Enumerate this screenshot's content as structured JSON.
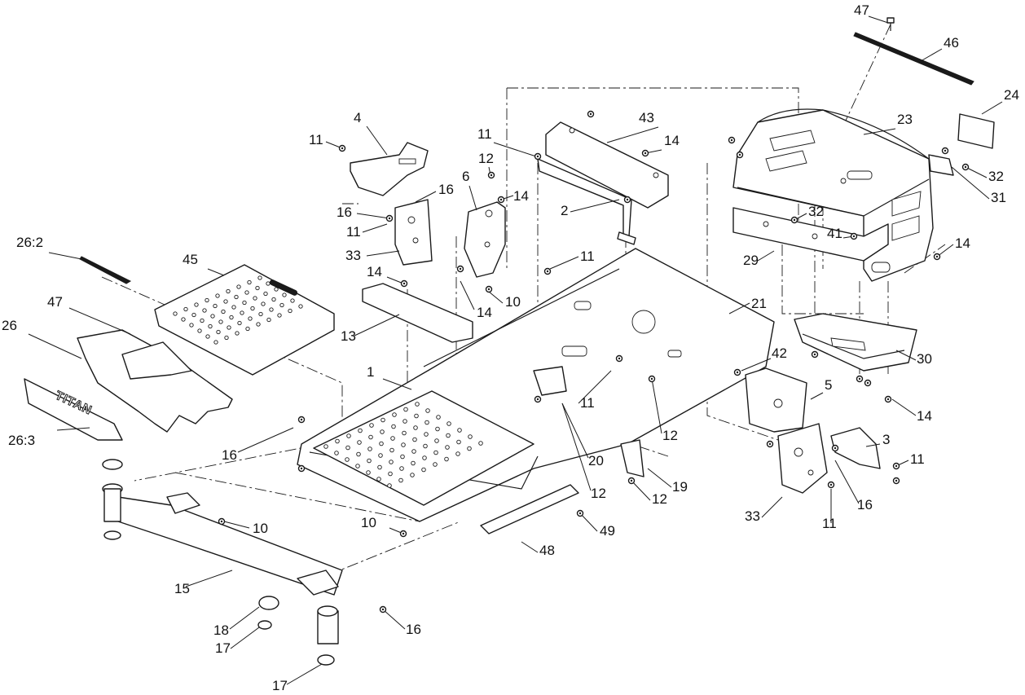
{
  "diagram": {
    "logo_text": "TITAN",
    "callouts": [
      {
        "id": "c47a",
        "label": "47"
      },
      {
        "id": "c46",
        "label": "46"
      },
      {
        "id": "c24",
        "label": "24"
      },
      {
        "id": "c43",
        "label": "43"
      },
      {
        "id": "c14a",
        "label": "14"
      },
      {
        "id": "c23",
        "label": "23"
      },
      {
        "id": "c4",
        "label": "4"
      },
      {
        "id": "c11a",
        "label": "11"
      },
      {
        "id": "c11b",
        "label": "11"
      },
      {
        "id": "c12a",
        "label": "12"
      },
      {
        "id": "c6",
        "label": "6"
      },
      {
        "id": "c14b",
        "label": "14"
      },
      {
        "id": "c16a",
        "label": "16"
      },
      {
        "id": "c16b",
        "label": "16"
      },
      {
        "id": "c11c",
        "label": "11"
      },
      {
        "id": "c2",
        "label": "2"
      },
      {
        "id": "c32a",
        "label": "32"
      },
      {
        "id": "c31",
        "label": "31"
      },
      {
        "id": "c32b",
        "label": "32"
      },
      {
        "id": "c41",
        "label": "41"
      },
      {
        "id": "c14c",
        "label": "14"
      },
      {
        "id": "c26_2",
        "label": "26:2"
      },
      {
        "id": "c33a",
        "label": "33"
      },
      {
        "id": "c45",
        "label": "45"
      },
      {
        "id": "c11d",
        "label": "11"
      },
      {
        "id": "c29",
        "label": "29"
      },
      {
        "id": "c14d",
        "label": "14"
      },
      {
        "id": "c14e",
        "label": "14"
      },
      {
        "id": "c10a",
        "label": "10"
      },
      {
        "id": "c21",
        "label": "21"
      },
      {
        "id": "c47b",
        "label": "47"
      },
      {
        "id": "c13",
        "label": "13"
      },
      {
        "id": "c26",
        "label": "26"
      },
      {
        "id": "c42",
        "label": "42"
      },
      {
        "id": "c30",
        "label": "30"
      },
      {
        "id": "c1",
        "label": "1"
      },
      {
        "id": "c11e",
        "label": "11"
      },
      {
        "id": "c5",
        "label": "5"
      },
      {
        "id": "c12b",
        "label": "12"
      },
      {
        "id": "c14f",
        "label": "14"
      },
      {
        "id": "c26_3",
        "label": "26:3"
      },
      {
        "id": "c16c",
        "label": "16"
      },
      {
        "id": "c20",
        "label": "20"
      },
      {
        "id": "c3",
        "label": "3"
      },
      {
        "id": "c11f",
        "label": "11"
      },
      {
        "id": "c19",
        "label": "19"
      },
      {
        "id": "c12c",
        "label": "12"
      },
      {
        "id": "c12d",
        "label": "12"
      },
      {
        "id": "c16d",
        "label": "16"
      },
      {
        "id": "c33b",
        "label": "33"
      },
      {
        "id": "c11g",
        "label": "11"
      },
      {
        "id": "c10b",
        "label": "10"
      },
      {
        "id": "c10c",
        "label": "10"
      },
      {
        "id": "c49",
        "label": "49"
      },
      {
        "id": "c48",
        "label": "48"
      },
      {
        "id": "c15",
        "label": "15"
      },
      {
        "id": "c18",
        "label": "18"
      },
      {
        "id": "c16e",
        "label": "16"
      },
      {
        "id": "c17a",
        "label": "17"
      },
      {
        "id": "c17b",
        "label": "17"
      }
    ]
  }
}
